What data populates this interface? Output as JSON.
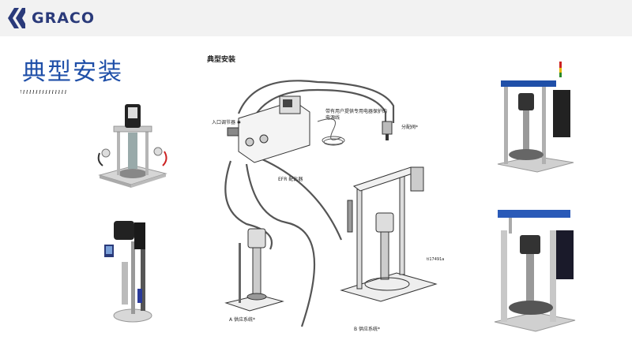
{
  "brand": {
    "name": "GRACO",
    "color": "#2a3a7a"
  },
  "page": {
    "title": "典型安装",
    "title_color": "#1f4fa8"
  },
  "diagram": {
    "title": "典型安装",
    "labels": {
      "inlet_regulator": "入口调节器 ✱",
      "power_cord": "带有用户提供专用电器保护的电源线",
      "dispense_valve": "分配阀*",
      "efr_proportioner": "EFR 配比器",
      "supply_a": "A 供应系统*",
      "supply_b": "B 供应系统*",
      "ref_code": "ti17491a"
    }
  }
}
